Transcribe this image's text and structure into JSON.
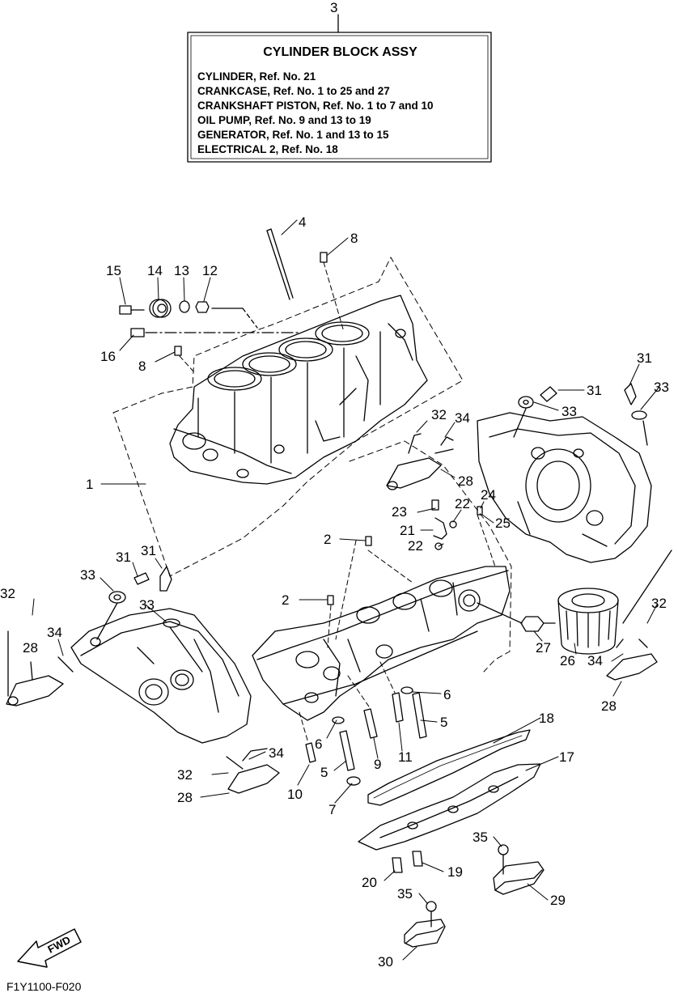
{
  "assy_callout": "3",
  "assy_box": {
    "title": "CYLINDER BLOCK ASSY",
    "lines": [
      "CYLINDER,  Ref. No. 21",
      "CRANKCASE,  Ref. No. 1 to 25 and 27",
      "CRANKSHAFT PISTON,  Ref. No. 1 to 7 and 10",
      "OIL PUMP,  Ref. No. 9 and 13 to 19",
      "GENERATOR,  Ref. No. 1 and 13 to 15",
      "ELECTRICAL 2,  Ref. No. 18"
    ]
  },
  "fwd_label": "FWD",
  "diagram_code": "F1Y1100-F020",
  "ref_labels": [
    "4",
    "8",
    "15",
    "14",
    "13",
    "12",
    "16",
    "8",
    "1",
    "31",
    "33",
    "31",
    "33",
    "32",
    "34",
    "28",
    "23",
    "22",
    "24",
    "21",
    "25",
    "22",
    "2",
    "2",
    "31",
    "31",
    "33",
    "32",
    "33",
    "34",
    "28",
    "27",
    "26",
    "32",
    "34",
    "28",
    "6",
    "5",
    "11",
    "9",
    "6",
    "5",
    "7",
    "10",
    "34",
    "32",
    "28",
    "18",
    "17",
    "35",
    "19",
    "20",
    "29",
    "35",
    "30"
  ]
}
